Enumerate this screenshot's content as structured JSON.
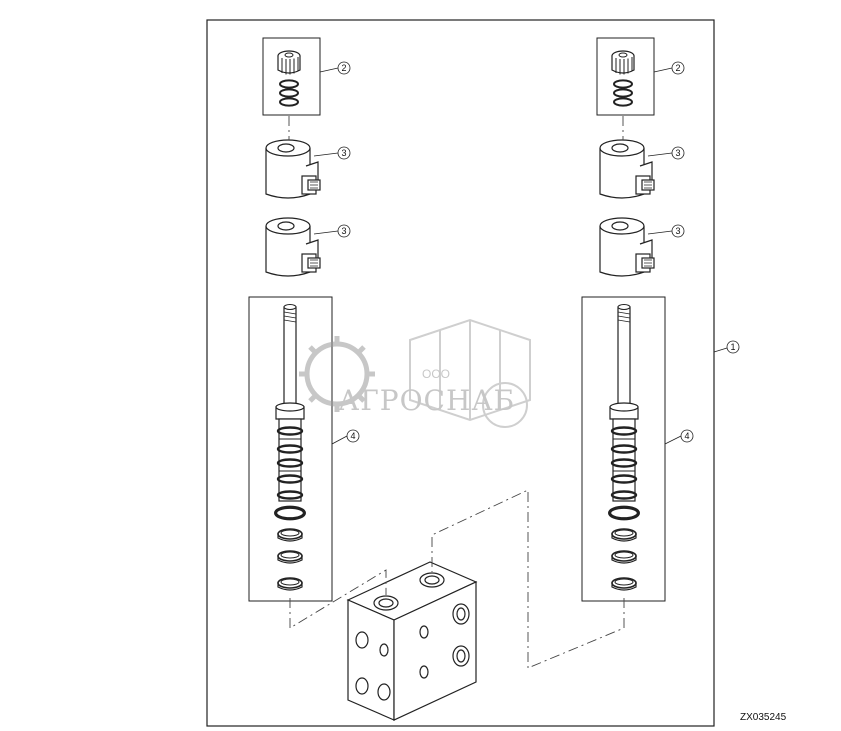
{
  "diagram": {
    "reference_code": "ZX035245",
    "callouts": {
      "assembly": "1",
      "cap_and_rings": "2",
      "solenoid_coil": "3",
      "valve_cartridge": "4"
    }
  },
  "watermark": {
    "company_prefix": "ООО",
    "company_name": "АГРОСНАБ"
  }
}
